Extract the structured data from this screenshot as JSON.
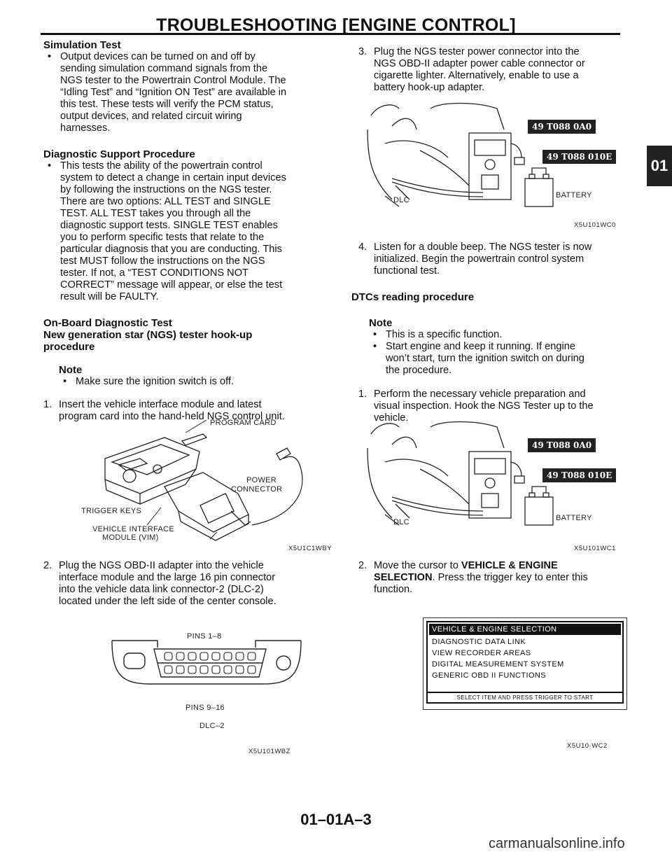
{
  "page": {
    "title": "TROUBLESHOOTING [ENGINE CONTROL]",
    "tab_label": "01",
    "page_number": "01–01A–3",
    "watermark": "carmanualsonline.info"
  },
  "left": {
    "sim_heading": "Simulation Test",
    "sim_bullet": [
      "Output devices can be turned on and off by",
      "sending simulation command signals from the",
      "NGS tester to the Powertrain Control Module. The",
      "“Idling Test” and “Ignition ON Test” are available in",
      "this test. These tests will verify the PCM status,",
      "output devices, and related circuit wiring",
      "harnesses."
    ],
    "diag_heading": "Diagnostic Support Procedure",
    "diag_bullet": [
      "This tests the ability of the powertrain control",
      "system to detect a change in certain input devices",
      "by following the instructions on the NGS tester.",
      "There are two options: ALL TEST and SINGLE",
      "TEST. ALL TEST takes you through all the",
      "diagnostic support tests. SINGLE TEST enables",
      "you to perform specific tests that relate to the",
      "particular diagnosis that you are conducting. This",
      "test MUST follow the instructions on the NGS",
      "tester. If not, a “TEST CONDITIONS NOT",
      "CORRECT” message will appear, or else the test",
      "result will be FAULTY."
    ],
    "obd_heading": [
      "On-Board Diagnostic Test",
      "New generation star (NGS) tester hook-up",
      "procedure"
    ],
    "note_heading": "Note",
    "note_bullet": "Make sure the ignition switch is off.",
    "step1_num": "1.",
    "step1": [
      "Insert the vehicle interface module and latest",
      "program card into the hand-held NGS control unit."
    ],
    "fig1": {
      "program_card": "PROGRAM CARD",
      "power": "POWER",
      "connector": "CONNECTOR",
      "trigger": "TRIGGER KEYS",
      "vim1": "VEHICLE INTERFACE",
      "vim2": "MODULE (VIM)",
      "code": "X5U1C1WBY"
    },
    "step2_num": "2.",
    "step2": [
      "Plug the NGS OBD-II adapter into the vehicle",
      "interface module and the large 16 pin connector",
      "into the vehicle data link connector-2 (DLC-2)",
      "located under the left side of the center console."
    ],
    "fig2": {
      "pins_top": "PINS 1–8",
      "pins_bottom": "PINS 9–16",
      "dlc": "DLC–2",
      "code": "X5U101WBZ"
    }
  },
  "right": {
    "step3_num": "3.",
    "step3": [
      "Plug the NGS tester power connector into the",
      "NGS OBD-II adapter power cable connector or",
      "cigarette lighter. Alternatively, enable to use a",
      "battery hook-up adapter."
    ],
    "fig3": {
      "badge1": "49 T088 0A0",
      "badge2": "49 T088 010E",
      "battery": "BATTERY",
      "dlc": "DLC",
      "code": "X5U101WC0"
    },
    "step4_num": "4.",
    "step4": [
      "Listen for a double beep. The NGS tester is now",
      "initialized. Begin the powertrain control system",
      "functional test."
    ],
    "dtc_heading": "DTCs reading procedure",
    "note_heading": "Note",
    "note_bullets": [
      [
        "This is a specific function."
      ],
      [
        "Start engine and keep it running. If engine",
        "won’t start, turn the ignition switch on during",
        "the procedure."
      ]
    ],
    "step1_num": "1.",
    "step1": [
      "Perform the necessary vehicle preparation and",
      "visual inspection. Hook the NGS Tester up to the",
      "vehicle."
    ],
    "fig4": {
      "badge1": "49 T088 0A0",
      "badge2": "49 T088 010E",
      "battery": "BATTERY",
      "dlc": "DLC",
      "code": "X5U101WC1"
    },
    "step2_num": "2.",
    "step2_pre": "Move the cursor to ",
    "step2_bold": "VEHICLE & ENGINE SELECTION",
    "step2_line1_bold": "VEHICLE & ENGINE",
    "step2_line2_bold": "SELECTION",
    "step2_line2_rest": ". Press the trigger key to enter this",
    "step2_line3": "function.",
    "menu": {
      "selected": "VEHICLE & ENGINE SELECTION",
      "items": [
        "DIAGNOSTIC DATA LINK",
        "VIEW RECORDER AREAS",
        "DIGITAL MEASUREMENT SYSTEM",
        "GENERIC OBD II FUNCTIONS"
      ],
      "footer": "SELECT ITEM AND PRESS TRIGGER TO START"
    },
    "fig5_code": "X5U10·WC2"
  }
}
